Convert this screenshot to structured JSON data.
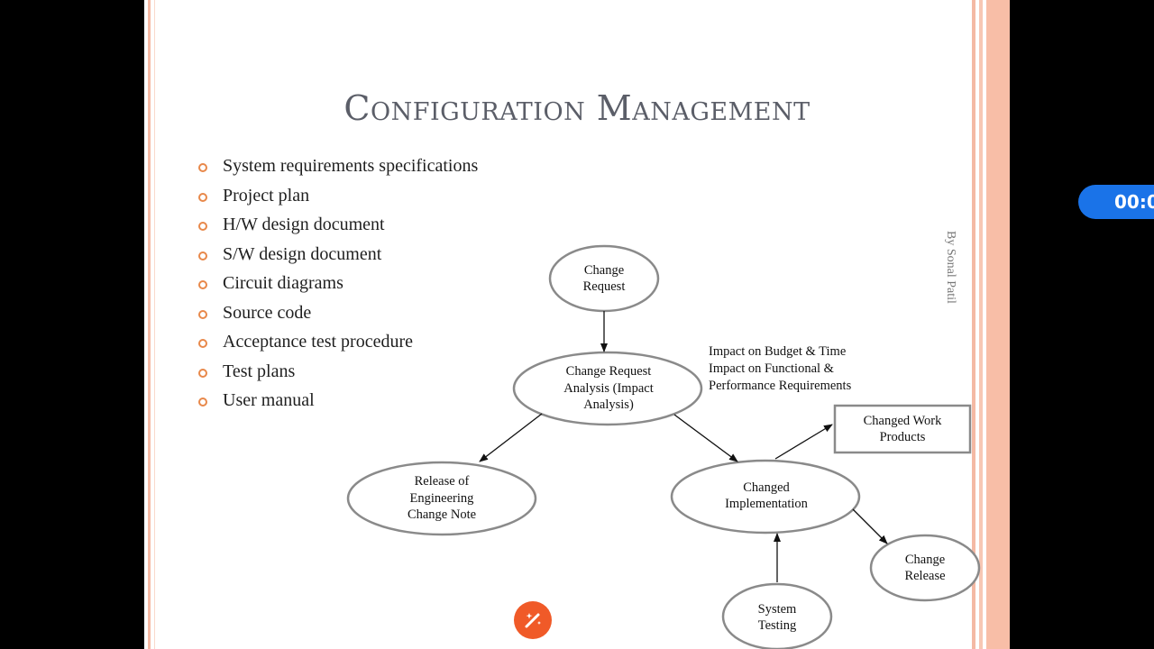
{
  "slide": {
    "title": "Configuration Management",
    "author": "By Sonal Patil",
    "bullets": [
      "System requirements specifications",
      "Project plan",
      "H/W design document",
      "S/W design document",
      "Circuit diagrams",
      "Source code",
      "Acceptance test procedure",
      "Test plans",
      "User manual"
    ],
    "diagram": {
      "change_request": [
        "Change",
        "Request"
      ],
      "change_request_analysis": [
        "Change Request",
        "Analysis (Impact",
        "Analysis)"
      ],
      "impact_note": [
        "Impact on Budget & Time",
        "Impact on Functional &",
        "Performance Requirements"
      ],
      "changed_work_products": [
        "Changed Work",
        "Products"
      ],
      "release_ecn": [
        "Release of",
        "Engineering",
        "Change Note"
      ],
      "changed_implementation": [
        "Changed",
        "Implementation"
      ],
      "change_release": [
        "Change",
        "Release"
      ],
      "system_testing": [
        "System",
        "Testing"
      ]
    }
  },
  "overlay": {
    "timer": "00:0",
    "wand_icon": "magic-wand-icon"
  },
  "colors": {
    "bullet": "#e8884a",
    "title": "#5b5e68",
    "stripe": "#f4b9a4",
    "timer_bg": "#1a73e8",
    "wand_bg": "#f05a28"
  }
}
